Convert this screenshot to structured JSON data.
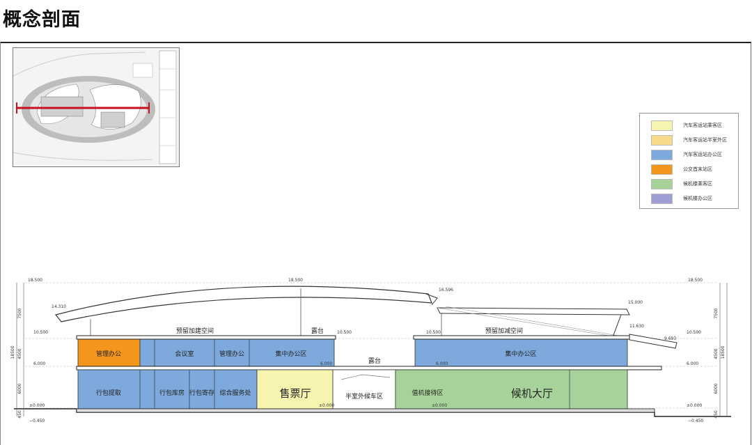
{
  "page": {
    "title": "概念剖面"
  },
  "legend": {
    "items": [
      {
        "label": "汽车客运站乘客区",
        "color": "#f7f4b0"
      },
      {
        "label": "汽车客运站半室外区",
        "color": "#f9d98a"
      },
      {
        "label": "汽车客运站办公区",
        "color": "#7ea9dc"
      },
      {
        "label": "公交首末站区",
        "color": "#f4951c"
      },
      {
        "label": "候机楼乘客区",
        "color": "#a7d39b"
      },
      {
        "label": "候机楼办公区",
        "color": "#9e9dd4"
      }
    ]
  },
  "section": {
    "rooms": {
      "mgmt_office_orange": "管理办公",
      "meeting_room": "会议室",
      "mgmt_office": "管理办公",
      "office_area_left": "集中办公区",
      "office_area_right": "集中办公区",
      "baggage_claim": "行包提取",
      "baggage_storeroom": "行包库房",
      "baggage_deposit": "行包寄存",
      "service_center": "综合服务处",
      "ticket_hall": "售票厅",
      "semi_outdoor_waiting": "半室外候车区",
      "airport_reception": "值机接待区",
      "departure_hall": "候机大厅"
    },
    "labels": {
      "reserved_space_left": "预留加建空间",
      "reserved_space_right": "预留加减空间",
      "terrace_top": "露台",
      "terrace_mid": "露台"
    },
    "elevations": {
      "e18500_left": "18.500",
      "e18500_mid": "18.500",
      "e18500_right": "18.500",
      "e16596": "16.596",
      "e15000": "15.000",
      "e14310": "14.310",
      "e11630": "11.630",
      "e9693": "9.693",
      "e10500_left": "10.500",
      "e10500_mid": "10.500",
      "e10500_r1": "10.500",
      "e10500_right": "10.500",
      "e6000_left": "6.000",
      "e6000_m1": "6.000",
      "e6000_m2": "6.000",
      "e6000_right": "6.000",
      "e0_left": "±0.000",
      "e0_m1": "±0.000",
      "e0_m2": "±0.000",
      "e0_right": "±0.000",
      "em450_left": "−0.450",
      "em450_right": "−0.450"
    },
    "dims": {
      "d7500_l": "7500",
      "d4500_l": "4500",
      "d6000_l": "6000",
      "d450_l": "450",
      "d18500_l": "18500",
      "d7500_r": "7500",
      "d4500_r": "4500",
      "d6000_r": "6000",
      "d450_r": "450",
      "d18500_r": "18500"
    }
  }
}
